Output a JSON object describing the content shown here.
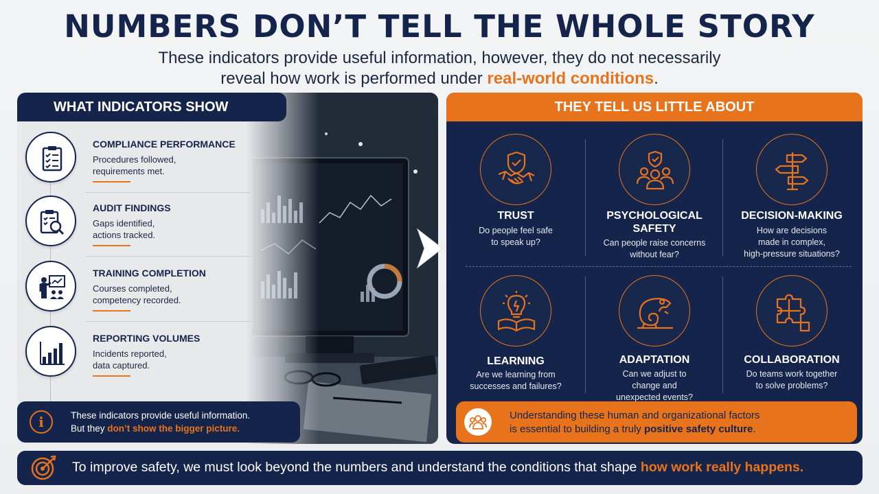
{
  "header": {
    "title": "NUMBERS DON’T TELL THE WHOLE STORY",
    "subtitle_line1": "These indicators provide useful information, however, they do not necessarily",
    "subtitle_line2_pre": "reveal how work is performed under ",
    "subtitle_line2_hl": "real-world conditions",
    "subtitle_line2_post": "."
  },
  "left_panel": {
    "heading": "WHAT INDICATORS SHOW",
    "indicators": [
      {
        "title": "COMPLIANCE PERFORMANCE",
        "line1": "Procedures followed,",
        "line2": "requirements met.",
        "icon": "clipboard-checklist-icon"
      },
      {
        "title": "AUDIT FINDINGS",
        "line1": "Gaps identified,",
        "line2": "actions tracked.",
        "icon": "audit-magnifier-icon"
      },
      {
        "title": "TRAINING COMPLETION",
        "line1": "Courses completed,",
        "line2": "competency recorded.",
        "icon": "training-presentation-icon"
      },
      {
        "title": "REPORTING VOLUMES",
        "line1": "Incidents reported,",
        "line2": "data captured.",
        "icon": "bar-chart-icon"
      }
    ],
    "info": {
      "icon": "info-icon",
      "line1": "These indicators provide useful information.",
      "line2_pre": "But they ",
      "line2_hl": "don’t show the bigger picture."
    }
  },
  "right_panel": {
    "heading": "THEY TELL US LITTLE ABOUT",
    "cards": [
      {
        "title_l1": "TRUST",
        "title_l2": "",
        "desc_l1": "Do people feel safe",
        "desc_l2": "to speak up?",
        "desc_l3": "",
        "icon": "handshake-shield-icon"
      },
      {
        "title_l1": "PSYCHOLOGICAL",
        "title_l2": "SAFETY",
        "desc_l1": "Can people raise concerns",
        "desc_l2": "without fear?",
        "desc_l3": "",
        "icon": "group-shield-icon"
      },
      {
        "title_l1": "DECISION-MAKING",
        "title_l2": "",
        "desc_l1": "How are decisions",
        "desc_l2": "made in complex,",
        "desc_l3": "high-pressure situations?",
        "icon": "signpost-icon"
      },
      {
        "title_l1": "LEARNING",
        "title_l2": "",
        "desc_l1": "Are we learning from",
        "desc_l2": "successes and failures?",
        "desc_l3": "",
        "icon": "lightbulb-book-icon"
      },
      {
        "title_l1": "ADAPTATION",
        "title_l2": "",
        "desc_l1": "Can we adjust to",
        "desc_l2": "change and",
        "desc_l3": "unexpected events?",
        "icon": "chameleon-icon"
      },
      {
        "title_l1": "COLLABORATION",
        "title_l2": "",
        "desc_l1": "Do teams work together",
        "desc_l2": "to solve problems?",
        "desc_l3": "",
        "icon": "puzzle-icon"
      }
    ],
    "culture": {
      "icon": "people-group-icon",
      "line1": "Understanding these human and organizational factors",
      "line2_pre": "is essential to building a truly ",
      "line2_hl": "positive safety culture",
      "line2_post": "."
    }
  },
  "footer": {
    "icon": "target-icon",
    "text_pre": "To improve safety, we must look beyond the numbers and understand the conditions that shape ",
    "text_hl": "how work really happens."
  },
  "colors": {
    "navy": "#14244a",
    "orange": "#e8731d",
    "background": "#eceef0"
  }
}
